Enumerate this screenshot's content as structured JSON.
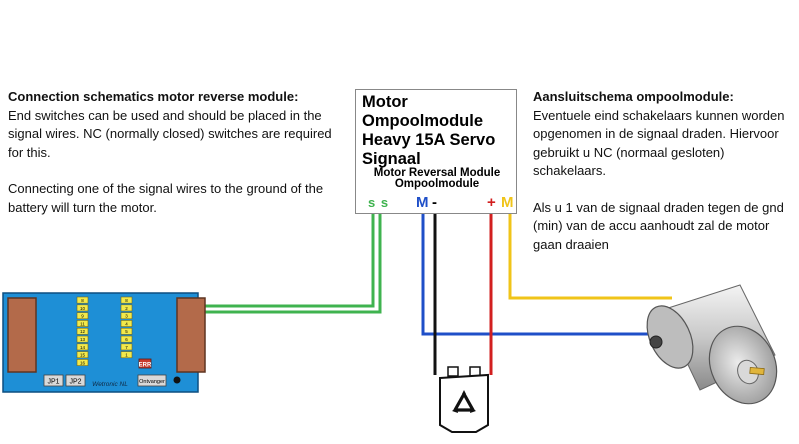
{
  "left_text": {
    "heading": "Connection schematics motor reverse module:",
    "paragraph1": "End switches can be used and should be placed in the signal wires. NC (normally closed) switches are required for this.",
    "paragraph2": "Connecting one of the signal wires to the ground of the battery will turn the motor."
  },
  "right_text": {
    "heading": "Aansluitschema ompoolmodule:",
    "paragraph1": "Eventuele eind schakelaars kunnen worden opgenomen in de signaal draden. Hiervoor gebruikt u NC (normaal gesloten) schakelaars.",
    "paragraph2": "Als u 1 van de signaal draden tegen de gnd (min) van de accu aanhoudt zal de motor gaan draaien"
  },
  "module": {
    "title": "Motor Ompoolmodule Heavy 15A Servo Signaal",
    "subtitle_line1": "Motor Reversal Module",
    "subtitle_line2": "Ompoolmodule",
    "terminals": {
      "signal": "s s",
      "motor_1": "M",
      "minus": "-",
      "plus": "+",
      "motor_2": "M"
    }
  },
  "controller": {
    "brand": "Wetronic NL",
    "jp1": "JP1",
    "jp2": "JP2",
    "button": "Ontvanger",
    "err": "ERR",
    "left_column": [
      "8",
      "10",
      "9",
      "11",
      "12",
      "13",
      "14",
      "15",
      "16"
    ],
    "right_column": [
      "8",
      "2",
      "3",
      "4",
      "5",
      "6",
      "7",
      "1"
    ]
  },
  "wire_colors": {
    "signal": "#3fb34f",
    "motor_1": "#1f4fc8",
    "ground": "#111111",
    "positive": "#d21f1f",
    "motor_2": "#f0c419"
  },
  "icons": {
    "battery": "battery-recycle-icon",
    "motor": "dc-motor-icon"
  }
}
